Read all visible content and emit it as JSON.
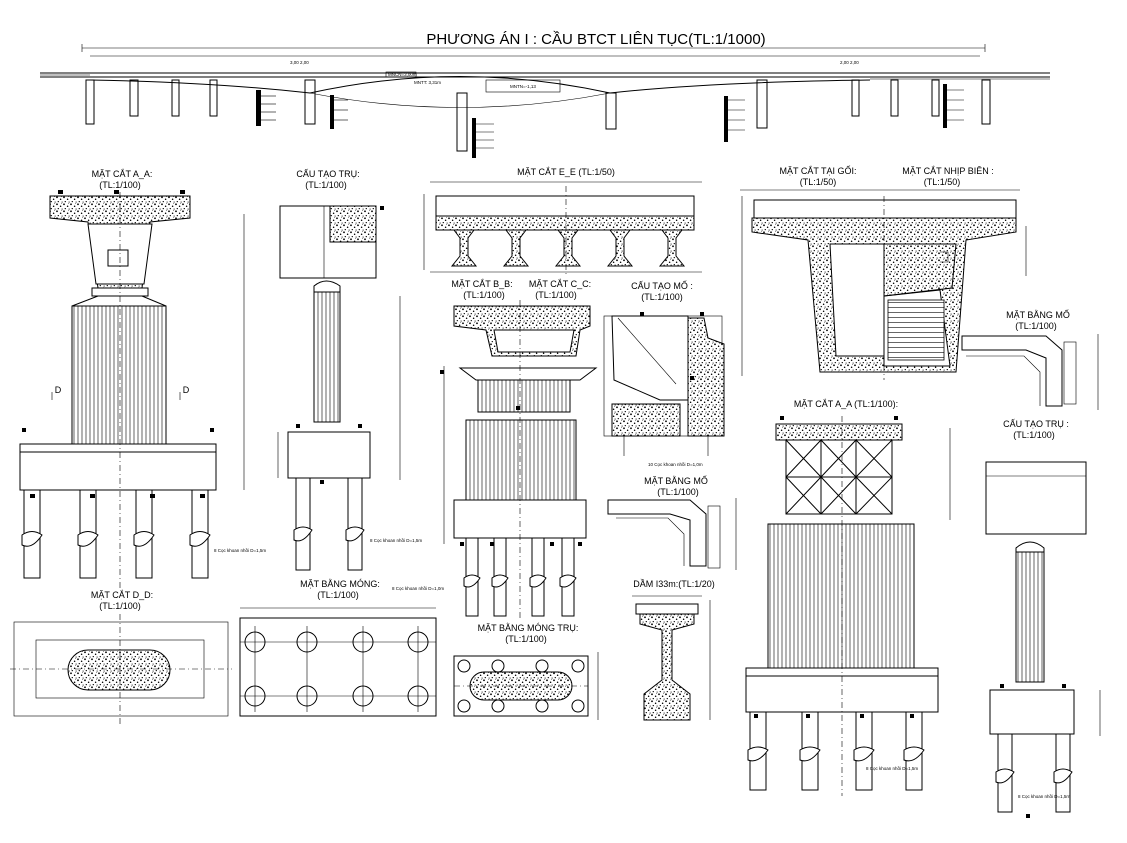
{
  "title": "PHƯƠNG ÁN I : CẦU BTCT LIÊN TỤC(TL:1/1000)",
  "elevation": {
    "notes": [
      "MNCN=3,00m",
      "MNTT: 3,31m",
      "MNTN=-1,13",
      "3,00 2,00",
      "2,00 2,00"
    ]
  },
  "views": {
    "mc_aa_left": {
      "title": "MẶT CẮT A_A:",
      "scale": "(TL:1/100)",
      "pile_note": "8 Cọc khoan nhồi D=1,5m",
      "marker": "D"
    },
    "cau_tao_tru_left": {
      "title": "CẤU TẠO TRỤ:",
      "scale": "(TL:1/100)",
      "pile_note": "8 Cọc khoan nhồi D=1,5m"
    },
    "mc_ee": {
      "title": "MẶT CẮT E_E (TL:1/50)"
    },
    "mc_bb": {
      "title": "MẶT CẮT B_B:",
      "scale": "(TL:1/100)"
    },
    "mc_cc": {
      "title": "MẶT CẮT C_C:",
      "scale": "(TL:1/100)",
      "pile_note": "8 Cọc khoan nhồi D=1,0m"
    },
    "cau_tao_mo": {
      "title": "CẤU TẠO MỐ :",
      "scale": "(TL:1/100)",
      "pile_note": "10 Cọc khoan nhồi D=1,0m"
    },
    "mc_tai_goi": {
      "title": "MẶT CẮT TẠI GỐI:",
      "scale": "(TL:1/50)"
    },
    "mc_nhip_bien": {
      "title": "MẶT CẮT NHỊP BIÊN :",
      "scale": "(TL:1/50)"
    },
    "mat_bang_mo_right": {
      "title": "MẶT BẰNG MỐ",
      "scale": "(TL:1/100)"
    },
    "mat_bang_mo_mid": {
      "title": "MẶT BẰNG MỐ",
      "scale": "(TL:1/100)"
    },
    "mc_aa_right": {
      "title": "MẶT CẮT A_A (TL:1/100):",
      "pile_note": "8 Cọc khoan nhồi D=1,5m"
    },
    "cau_tao_tru_right": {
      "title": "CẤU TẠO TRỤ :",
      "scale": "(TL:1/100)",
      "pile_note": "8 Cọc khoan nhồi D=1,5m"
    },
    "mc_dd": {
      "title": "MẶT CẮT D_D:",
      "scale": "(TL:1/100)"
    },
    "mat_bang_mong": {
      "title": "MẶT BẰNG MÓNG:",
      "scale": "(TL:1/100)"
    },
    "mat_bang_mong_tru": {
      "title": "MẶT BẰNG MÓNG TRỤ:",
      "scale": "(TL:1/100)"
    },
    "dam_i33": {
      "title": "DẦM I33m:(TL:1/20)"
    }
  }
}
